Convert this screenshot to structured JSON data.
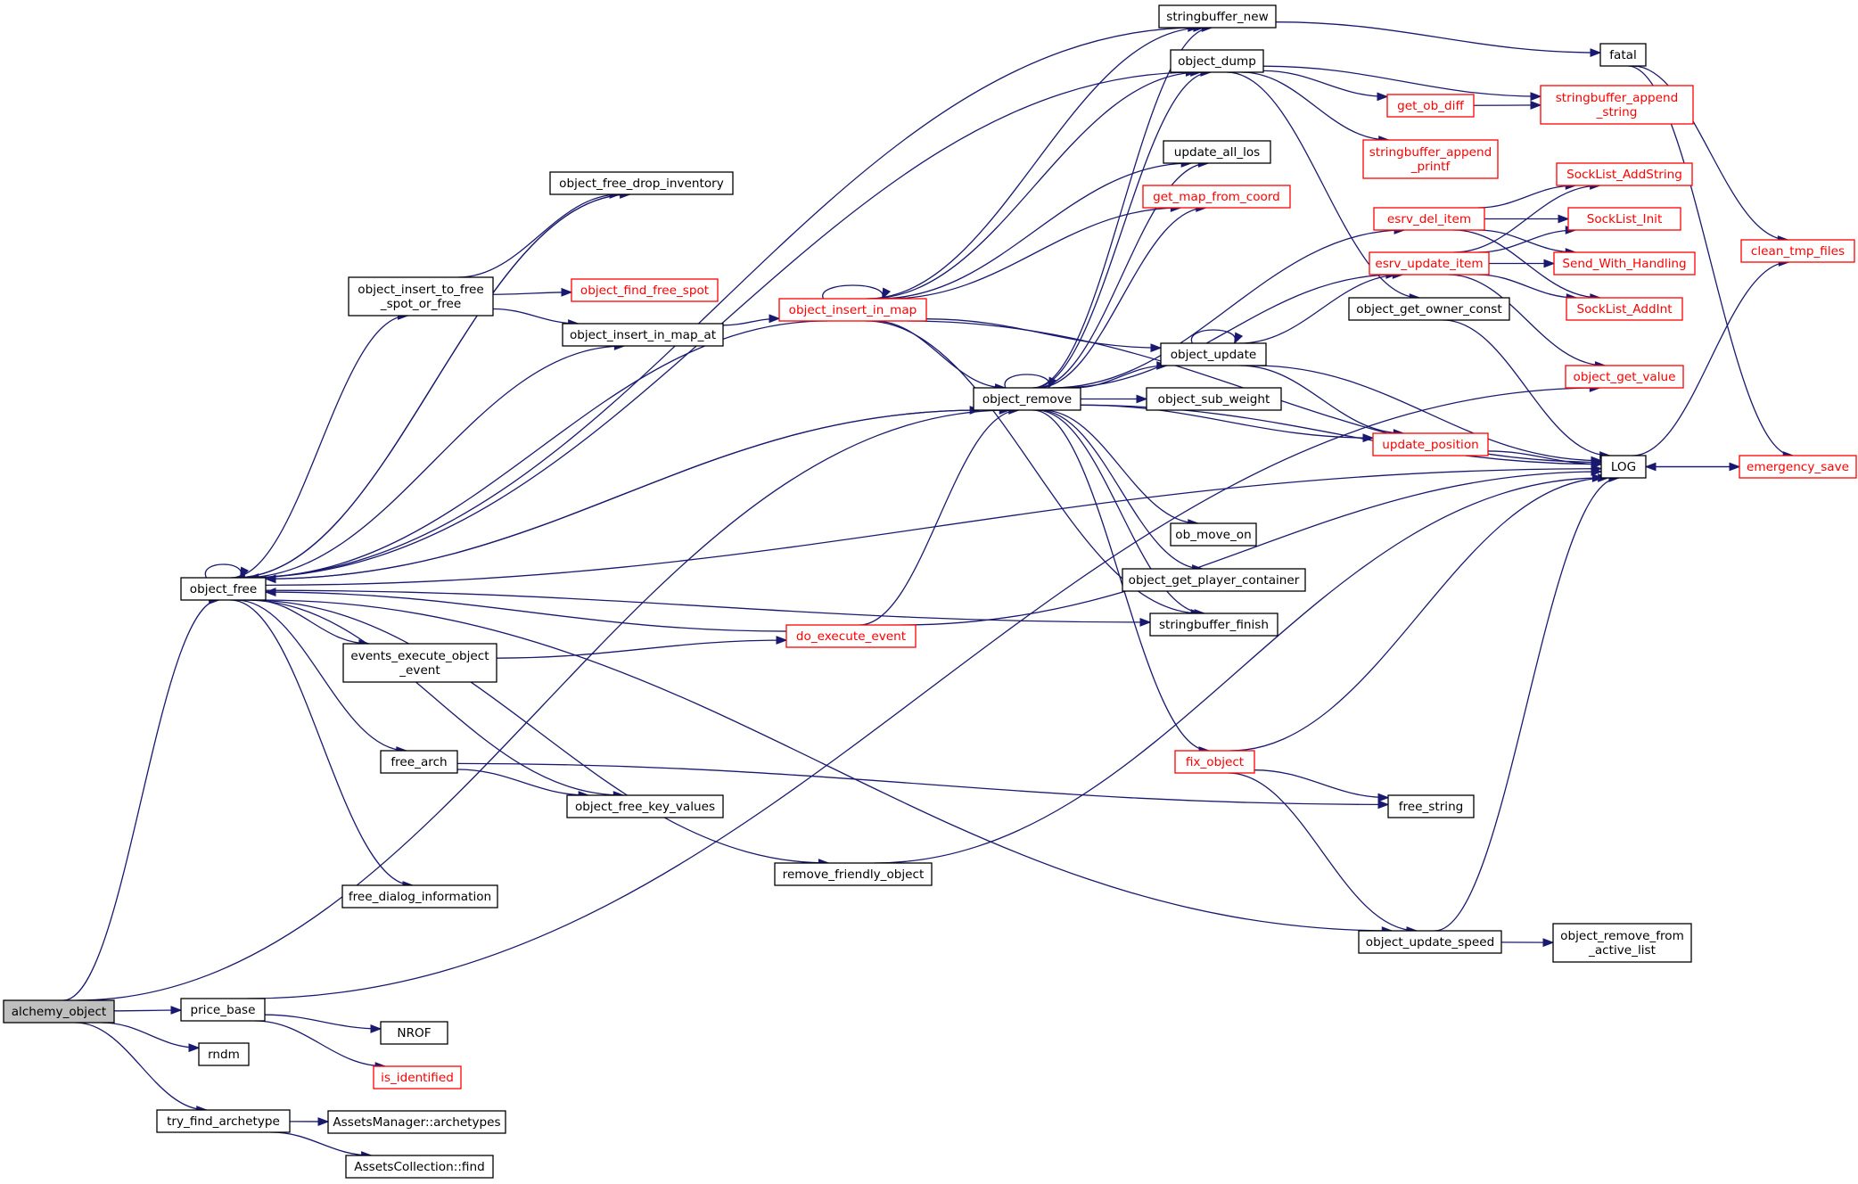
{
  "colors": {
    "edge": "#191970",
    "normal_border": "#000000",
    "truncated_border": "#ff0000",
    "root_fill": "#bfbfbf",
    "text_normal": "#000000",
    "text_truncated": "#ff0000"
  },
  "nodes": [
    {
      "id": "alchemy_object",
      "lines": [
        "alchemy_object"
      ],
      "style": "root"
    },
    {
      "id": "object_free",
      "lines": [
        "object_free"
      ],
      "style": "normal"
    },
    {
      "id": "price_base",
      "lines": [
        "price_base"
      ],
      "style": "normal"
    },
    {
      "id": "rndm",
      "lines": [
        "rndm"
      ],
      "style": "normal"
    },
    {
      "id": "try_find_archetype",
      "lines": [
        "try_find_archetype"
      ],
      "style": "normal"
    },
    {
      "id": "stringbuffer_new",
      "lines": [
        "stringbuffer_new"
      ],
      "style": "normal"
    },
    {
      "id": "object_dump",
      "lines": [
        "object_dump"
      ],
      "style": "normal"
    },
    {
      "id": "object_free_drop_inventory",
      "lines": [
        "object_free_drop_inventory"
      ],
      "style": "normal"
    },
    {
      "id": "object_insert_to_free_spot_or_free",
      "lines": [
        "object_insert_to_free",
        "_spot_or_free"
      ],
      "style": "normal"
    },
    {
      "id": "object_find_free_spot",
      "lines": [
        "object_find_free_spot"
      ],
      "style": "truncated"
    },
    {
      "id": "object_insert_in_map_at",
      "lines": [
        "object_insert_in_map_at"
      ],
      "style": "normal"
    },
    {
      "id": "object_insert_in_map",
      "lines": [
        "object_insert_in_map"
      ],
      "style": "truncated"
    },
    {
      "id": "object_remove",
      "lines": [
        "object_remove"
      ],
      "style": "normal"
    },
    {
      "id": "events_execute_object_event",
      "lines": [
        "events_execute_object",
        "_event"
      ],
      "style": "normal"
    },
    {
      "id": "do_execute_event",
      "lines": [
        "do_execute_event"
      ],
      "style": "truncated"
    },
    {
      "id": "free_arch",
      "lines": [
        "free_arch"
      ],
      "style": "normal"
    },
    {
      "id": "object_free_key_values",
      "lines": [
        "object_free_key_values"
      ],
      "style": "normal"
    },
    {
      "id": "free_dialog_information",
      "lines": [
        "free_dialog_information"
      ],
      "style": "normal"
    },
    {
      "id": "remove_friendly_object",
      "lines": [
        "remove_friendly_object"
      ],
      "style": "normal"
    },
    {
      "id": "update_all_los",
      "lines": [
        "update_all_los"
      ],
      "style": "normal"
    },
    {
      "id": "get_map_from_coord",
      "lines": [
        "get_map_from_coord"
      ],
      "style": "truncated"
    },
    {
      "id": "object_update",
      "lines": [
        "object_update"
      ],
      "style": "normal"
    },
    {
      "id": "object_sub_weight",
      "lines": [
        "object_sub_weight"
      ],
      "style": "normal"
    },
    {
      "id": "ob_move_on",
      "lines": [
        "ob_move_on"
      ],
      "style": "normal"
    },
    {
      "id": "object_get_player_container",
      "lines": [
        "object_get_player_container"
      ],
      "style": "normal"
    },
    {
      "id": "stringbuffer_finish",
      "lines": [
        "stringbuffer_finish"
      ],
      "style": "normal"
    },
    {
      "id": "fix_object",
      "lines": [
        "fix_object"
      ],
      "style": "truncated"
    },
    {
      "id": "free_string",
      "lines": [
        "free_string"
      ],
      "style": "normal"
    },
    {
      "id": "object_update_speed",
      "lines": [
        "object_update_speed"
      ],
      "style": "normal"
    },
    {
      "id": "object_remove_from_active_list",
      "lines": [
        "object_remove_from",
        "_active_list"
      ],
      "style": "normal"
    },
    {
      "id": "fatal",
      "lines": [
        "fatal"
      ],
      "style": "normal"
    },
    {
      "id": "get_ob_diff",
      "lines": [
        "get_ob_diff"
      ],
      "style": "truncated"
    },
    {
      "id": "stringbuffer_append_string",
      "lines": [
        "stringbuffer_append",
        "_string"
      ],
      "style": "truncated"
    },
    {
      "id": "stringbuffer_append_printf",
      "lines": [
        "stringbuffer_append",
        "_printf"
      ],
      "style": "truncated"
    },
    {
      "id": "esrv_del_item",
      "lines": [
        "esrv_del_item"
      ],
      "style": "truncated"
    },
    {
      "id": "esrv_update_item",
      "lines": [
        "esrv_update_item"
      ],
      "style": "truncated"
    },
    {
      "id": "object_get_owner_const",
      "lines": [
        "object_get_owner_const"
      ],
      "style": "normal"
    },
    {
      "id": "update_position",
      "lines": [
        "update_position"
      ],
      "style": "truncated"
    },
    {
      "id": "LOG",
      "lines": [
        "LOG"
      ],
      "style": "normal"
    },
    {
      "id": "SockList_AddString",
      "lines": [
        "SockList_AddString"
      ],
      "style": "truncated"
    },
    {
      "id": "SockList_Init",
      "lines": [
        "SockList_Init"
      ],
      "style": "truncated"
    },
    {
      "id": "Send_With_Handling",
      "lines": [
        "Send_With_Handling"
      ],
      "style": "truncated"
    },
    {
      "id": "SockList_AddInt",
      "lines": [
        "SockList_AddInt"
      ],
      "style": "truncated"
    },
    {
      "id": "object_get_value",
      "lines": [
        "object_get_value"
      ],
      "style": "truncated"
    },
    {
      "id": "clean_tmp_files",
      "lines": [
        "clean_tmp_files"
      ],
      "style": "truncated"
    },
    {
      "id": "emergency_save",
      "lines": [
        "emergency_save"
      ],
      "style": "truncated"
    },
    {
      "id": "NROF",
      "lines": [
        "NROF"
      ],
      "style": "normal"
    },
    {
      "id": "is_identified",
      "lines": [
        "is_identified"
      ],
      "style": "truncated"
    },
    {
      "id": "AssetsManager_archetypes",
      "lines": [
        "AssetsManager::archetypes"
      ],
      "style": "normal"
    },
    {
      "id": "AssetsCollection_find",
      "lines": [
        "AssetsCollection::find"
      ],
      "style": "normal"
    }
  ],
  "edges": [
    [
      "alchemy_object",
      "object_free"
    ],
    [
      "alchemy_object",
      "price_base"
    ],
    [
      "alchemy_object",
      "rndm"
    ],
    [
      "alchemy_object",
      "try_find_archetype"
    ],
    [
      "alchemy_object",
      "object_remove"
    ],
    [
      "object_free",
      "object_free"
    ],
    [
      "object_free",
      "stringbuffer_new"
    ],
    [
      "object_free",
      "object_dump"
    ],
    [
      "object_free",
      "object_free_drop_inventory"
    ],
    [
      "object_free",
      "object_insert_to_free_spot_or_free"
    ],
    [
      "object_free",
      "object_insert_in_map_at"
    ],
    [
      "object_free",
      "object_remove"
    ],
    [
      "object_free",
      "events_execute_object_event"
    ],
    [
      "object_free",
      "free_arch"
    ],
    [
      "object_free",
      "object_free_key_values"
    ],
    [
      "object_free",
      "free_dialog_information"
    ],
    [
      "object_free",
      "remove_friendly_object"
    ],
    [
      "object_free",
      "stringbuffer_finish"
    ],
    [
      "object_free",
      "LOG"
    ],
    [
      "object_free",
      "object_update_speed"
    ],
    [
      "object_free_drop_inventory",
      "object_free"
    ],
    [
      "object_insert_to_free_spot_or_free",
      "object_free_drop_inventory"
    ],
    [
      "object_insert_to_free_spot_or_free",
      "object_find_free_spot"
    ],
    [
      "object_insert_to_free_spot_or_free",
      "object_insert_in_map_at"
    ],
    [
      "object_insert_in_map_at",
      "object_insert_in_map"
    ],
    [
      "object_insert_in_map",
      "object_insert_in_map"
    ],
    [
      "object_insert_in_map",
      "object_free"
    ],
    [
      "object_insert_in_map",
      "stringbuffer_new"
    ],
    [
      "object_insert_in_map",
      "object_dump"
    ],
    [
      "object_insert_in_map",
      "update_all_los"
    ],
    [
      "object_insert_in_map",
      "get_map_from_coord"
    ],
    [
      "object_insert_in_map",
      "object_update"
    ],
    [
      "object_insert_in_map",
      "object_remove"
    ],
    [
      "object_insert_in_map",
      "stringbuffer_finish"
    ],
    [
      "object_insert_in_map",
      "LOG"
    ],
    [
      "object_remove",
      "object_remove"
    ],
    [
      "object_remove",
      "object_free"
    ],
    [
      "object_remove",
      "stringbuffer_new"
    ],
    [
      "object_remove",
      "object_dump"
    ],
    [
      "object_remove",
      "update_all_los"
    ],
    [
      "object_remove",
      "get_map_from_coord"
    ],
    [
      "object_remove",
      "esrv_del_item"
    ],
    [
      "object_remove",
      "esrv_update_item"
    ],
    [
      "object_remove",
      "object_update"
    ],
    [
      "object_remove",
      "object_sub_weight"
    ],
    [
      "object_remove",
      "update_position"
    ],
    [
      "object_remove",
      "LOG"
    ],
    [
      "object_remove",
      "ob_move_on"
    ],
    [
      "object_remove",
      "object_get_player_container"
    ],
    [
      "object_remove",
      "stringbuffer_finish"
    ],
    [
      "object_remove",
      "fix_object"
    ],
    [
      "events_execute_object_event",
      "do_execute_event"
    ],
    [
      "do_execute_event",
      "object_free"
    ],
    [
      "do_execute_event",
      "object_remove"
    ],
    [
      "do_execute_event",
      "LOG"
    ],
    [
      "free_arch",
      "object_free_key_values"
    ],
    [
      "free_arch",
      "free_string"
    ],
    [
      "remove_friendly_object",
      "LOG"
    ],
    [
      "stringbuffer_new",
      "fatal"
    ],
    [
      "object_dump",
      "get_ob_diff"
    ],
    [
      "object_dump",
      "stringbuffer_append_string"
    ],
    [
      "object_dump",
      "stringbuffer_append_printf"
    ],
    [
      "object_dump",
      "object_get_owner_const"
    ],
    [
      "get_ob_diff",
      "stringbuffer_append_string"
    ],
    [
      "esrv_del_item",
      "SockList_AddString"
    ],
    [
      "esrv_del_item",
      "SockList_Init"
    ],
    [
      "esrv_del_item",
      "Send_With_Handling"
    ],
    [
      "esrv_del_item",
      "SockList_AddInt"
    ],
    [
      "esrv_update_item",
      "SockList_AddString"
    ],
    [
      "esrv_update_item",
      "SockList_Init"
    ],
    [
      "esrv_update_item",
      "Send_With_Handling"
    ],
    [
      "esrv_update_item",
      "SockList_AddInt"
    ],
    [
      "esrv_update_item",
      "object_get_value"
    ],
    [
      "object_update",
      "object_update"
    ],
    [
      "object_update",
      "esrv_update_item"
    ],
    [
      "object_update",
      "update_position"
    ],
    [
      "object_update",
      "LOG"
    ],
    [
      "object_get_owner_const",
      "LOG"
    ],
    [
      "update_position",
      "LOG"
    ],
    [
      "fix_object",
      "free_string"
    ],
    [
      "fix_object",
      "object_update_speed"
    ],
    [
      "fix_object",
      "LOG"
    ],
    [
      "object_update_speed",
      "object_remove_from_active_list"
    ],
    [
      "object_update_speed",
      "LOG"
    ],
    [
      "price_base",
      "NROF"
    ],
    [
      "price_base",
      "is_identified"
    ],
    [
      "price_base",
      "object_get_value"
    ],
    [
      "try_find_archetype",
      "AssetsManager_archetypes"
    ],
    [
      "try_find_archetype",
      "AssetsCollection_find"
    ],
    [
      "fatal",
      "clean_tmp_files"
    ],
    [
      "fatal",
      "emergency_save"
    ],
    [
      "LOG",
      "clean_tmp_files"
    ],
    [
      "LOG",
      "emergency_save"
    ],
    [
      "emergency_save",
      "LOG"
    ]
  ]
}
